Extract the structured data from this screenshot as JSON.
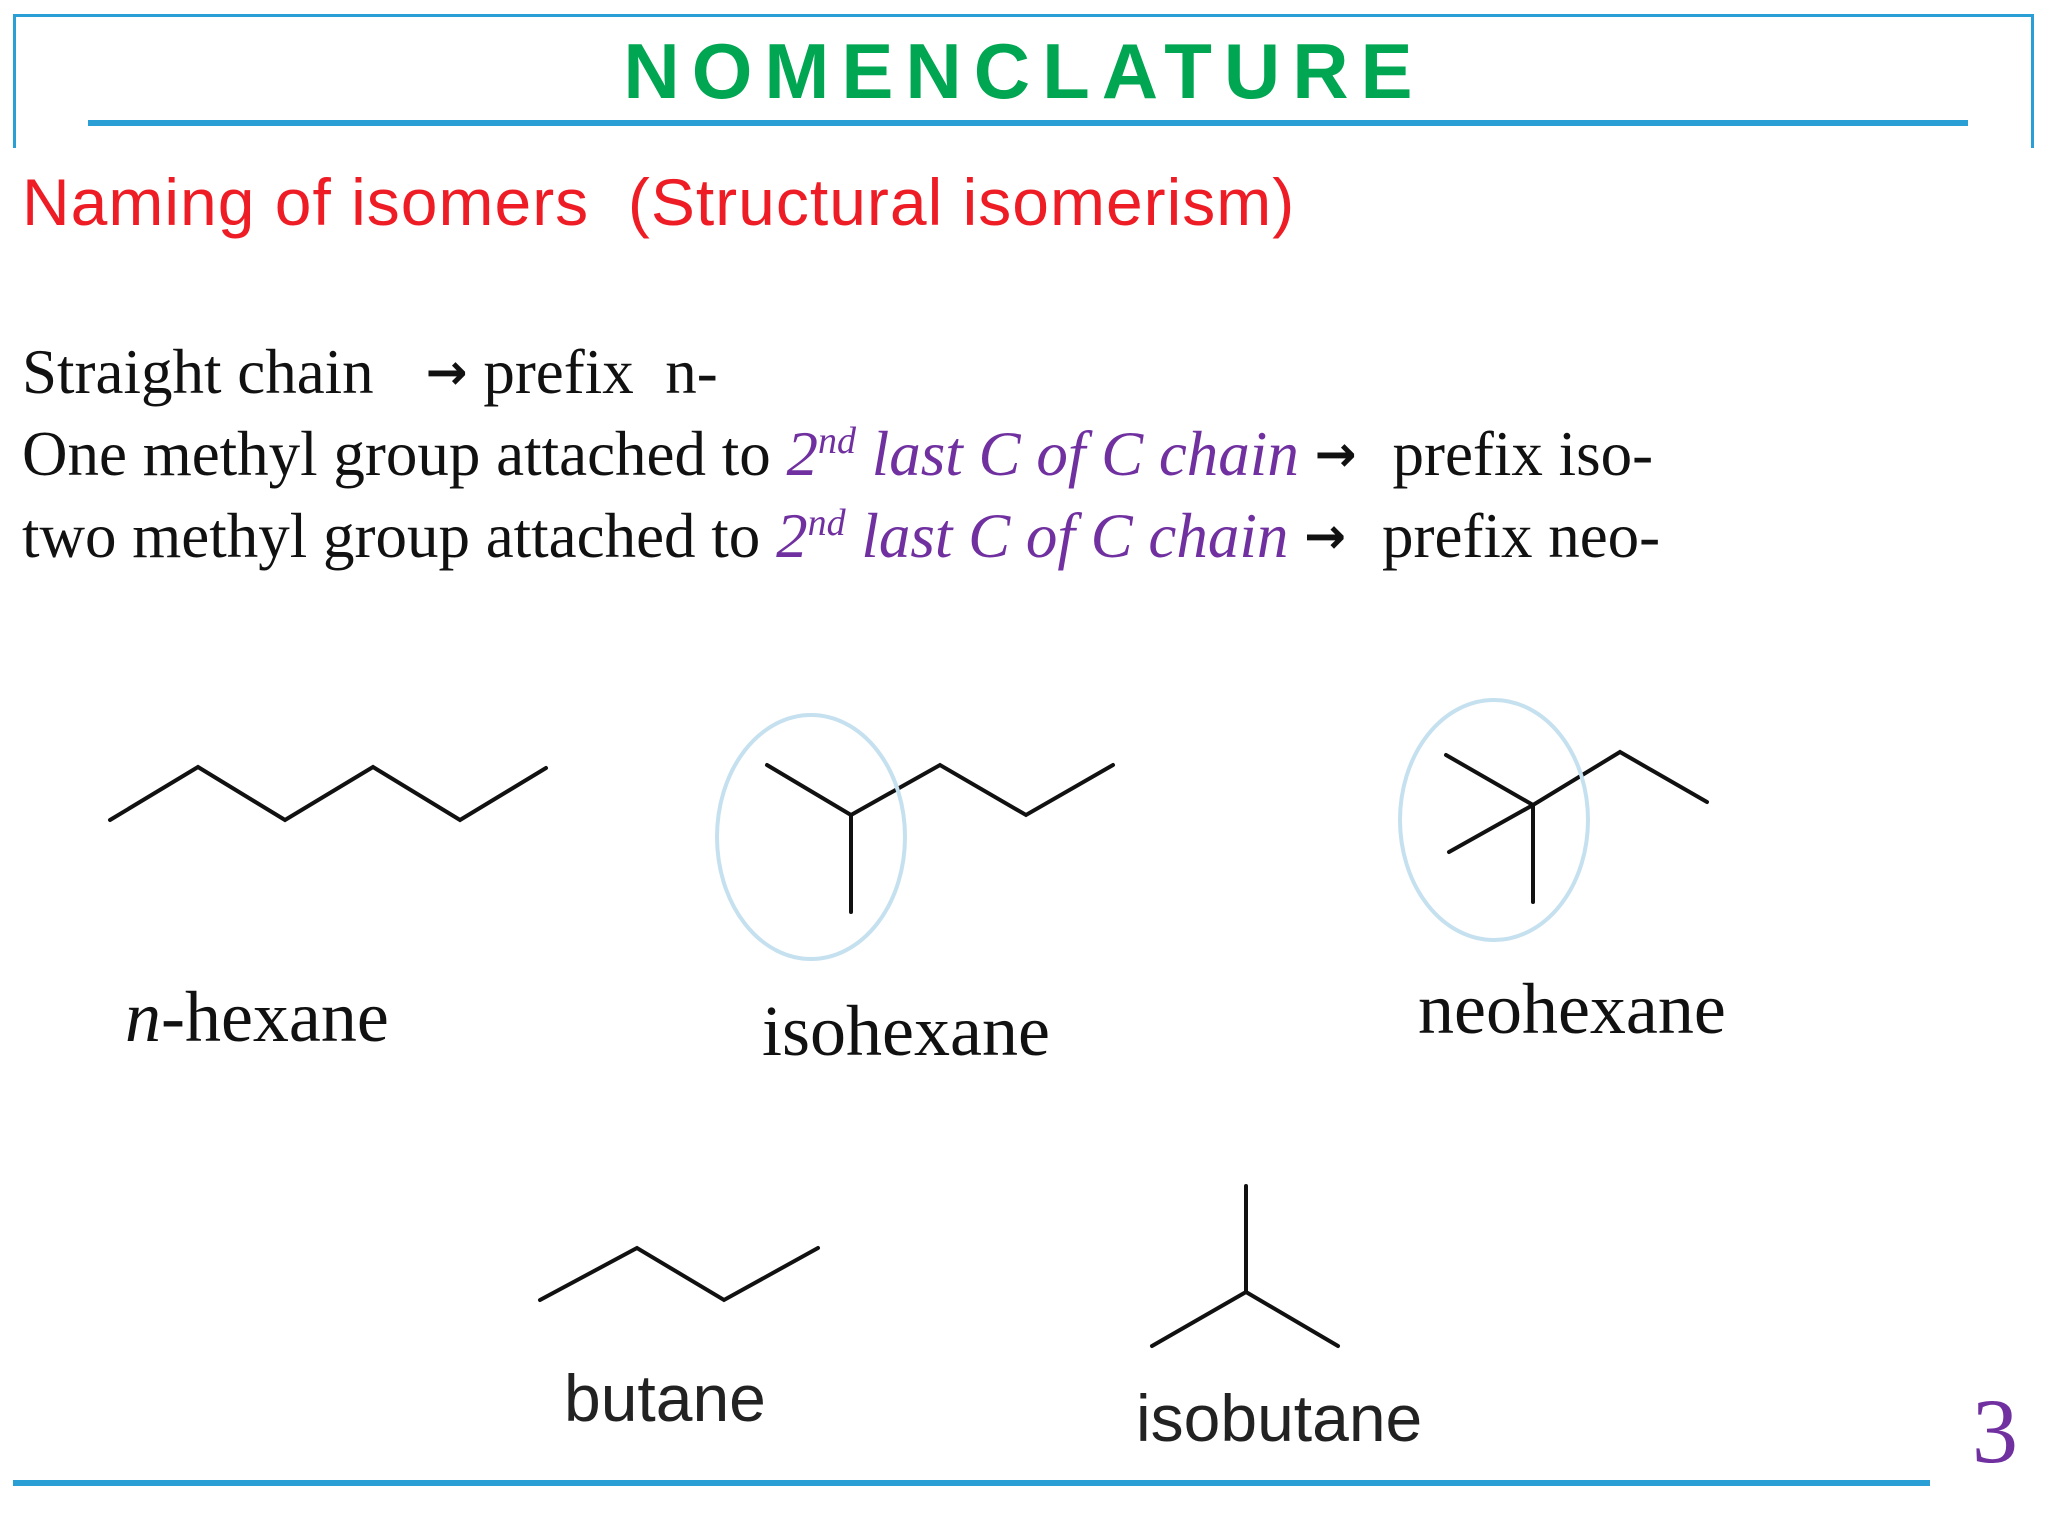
{
  "slide": {
    "title": "NOMENCLATURE",
    "subtitle": "Naming of isomers  (Structural isomerism)",
    "page_number": "3"
  },
  "rules": [
    {
      "text": "Straight chain",
      "highlight": "",
      "arrow": "→",
      "result": "prefix  n-"
    },
    {
      "text": "One methyl group attached to ",
      "highlight_sup_base": "2",
      "highlight_sup": "nd",
      "highlight": " last C of C chain",
      "arrow": "→",
      "result": "prefix iso-"
    },
    {
      "text": "two methyl group attached to ",
      "highlight_sup_base": "2",
      "highlight_sup": "nd",
      "highlight": " last C of C chain",
      "arrow": "→",
      "result": "prefix neo-"
    }
  ],
  "colors": {
    "title": "#00a651",
    "subtitle": "#ee1c25",
    "highlight": "#7030a0",
    "rule_lines": "#2a9fd6",
    "circle": "#c5e0ef"
  },
  "molecules": [
    {
      "id": "n-hexane",
      "label_prefix": "n",
      "label_rest": "-hexane"
    },
    {
      "id": "isohexane",
      "label": "isohexane"
    },
    {
      "id": "neohexane",
      "label": "neohexane"
    },
    {
      "id": "butane",
      "label": "butane"
    },
    {
      "id": "isobutane",
      "label": "isobutane"
    }
  ]
}
